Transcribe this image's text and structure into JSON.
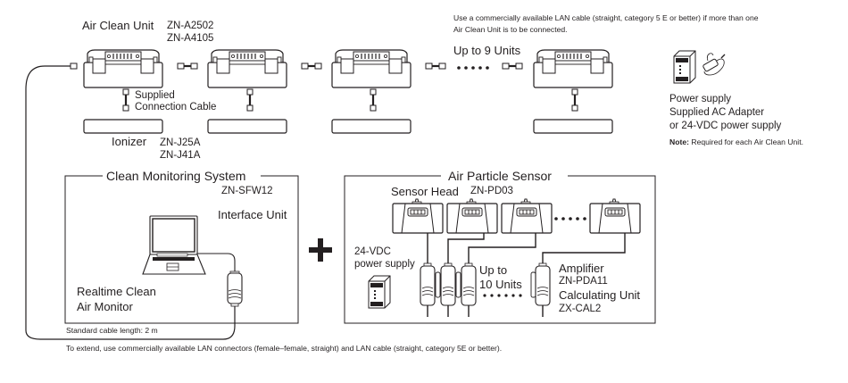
{
  "air_clean": {
    "title": "Air Clean Unit",
    "models": [
      "ZN-A2502",
      "ZN-A4105"
    ],
    "lan_note": [
      "Use a commercially available LAN cable (straight, category 5 E or better) if more than one",
      "Air Clean Unit is to be connected."
    ],
    "units_label": "Up to 9 Units",
    "cable_label": [
      "Supplied",
      "Connection Cable"
    ],
    "unit_count_drawn": 4
  },
  "ionizer": {
    "title": "Ionizer",
    "models": [
      "ZN-J25A",
      "ZN-J41A"
    ]
  },
  "power_supply": {
    "lines": [
      "Power supply",
      "Supplied AC Adapter",
      "or 24-VDC power supply"
    ],
    "note_label": "Note:",
    "note_text": " Required for each Air Clean Unit."
  },
  "clean_monitoring": {
    "title": "Clean Monitoring System",
    "model": "ZN-SFW12",
    "interface_label": "Interface Unit",
    "software_label": [
      "Realtime Clean",
      "Air Monitor"
    ],
    "cable_length": "Standard cable length: 2 m"
  },
  "plus_symbol": "+",
  "air_particle": {
    "title": "Air Particle Sensor",
    "sensor_head_label": "Sensor Head",
    "sensor_head_model": "ZN-PD03",
    "power_label": [
      "24-VDC",
      "power supply"
    ],
    "units_label": [
      "Up to",
      "10 Units"
    ],
    "amplifier_label": "Amplifier",
    "amplifier_model": "ZN-PDA11",
    "calc_label": "Calculating Unit",
    "calc_model": "ZX-CAL2"
  },
  "footer_note": "To extend, use commercially available LAN connectors (female–female, straight) and LAN cable (straight, category 5E or better).",
  "colors": {
    "line": "#231f20",
    "fill": "#ffffff",
    "shade": "#d9d9d9"
  }
}
